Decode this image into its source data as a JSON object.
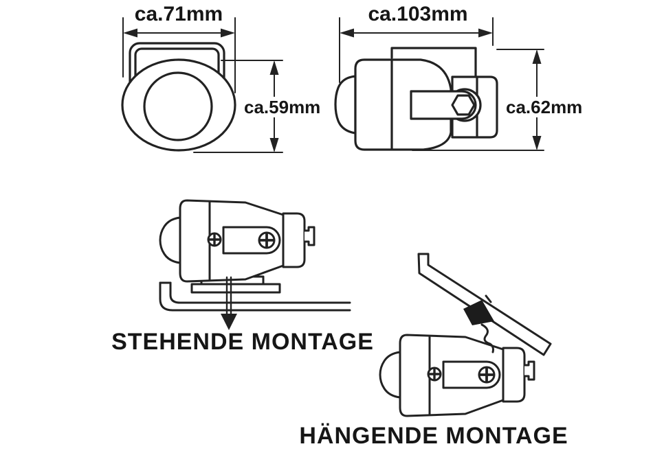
{
  "drawing": {
    "front_view": {
      "width_label": "ca.71mm",
      "height_label": "ca.59mm"
    },
    "side_view": {
      "width_label": "ca.103mm",
      "height_label": "ca.62mm"
    },
    "standing_mount": {
      "label": "STEHENDE MONTAGE"
    },
    "hanging_mount": {
      "label": "HÄNGENDE MONTAGE"
    }
  },
  "colors": {
    "background": "#ffffff",
    "line": "#222222",
    "text": "#161616"
  }
}
